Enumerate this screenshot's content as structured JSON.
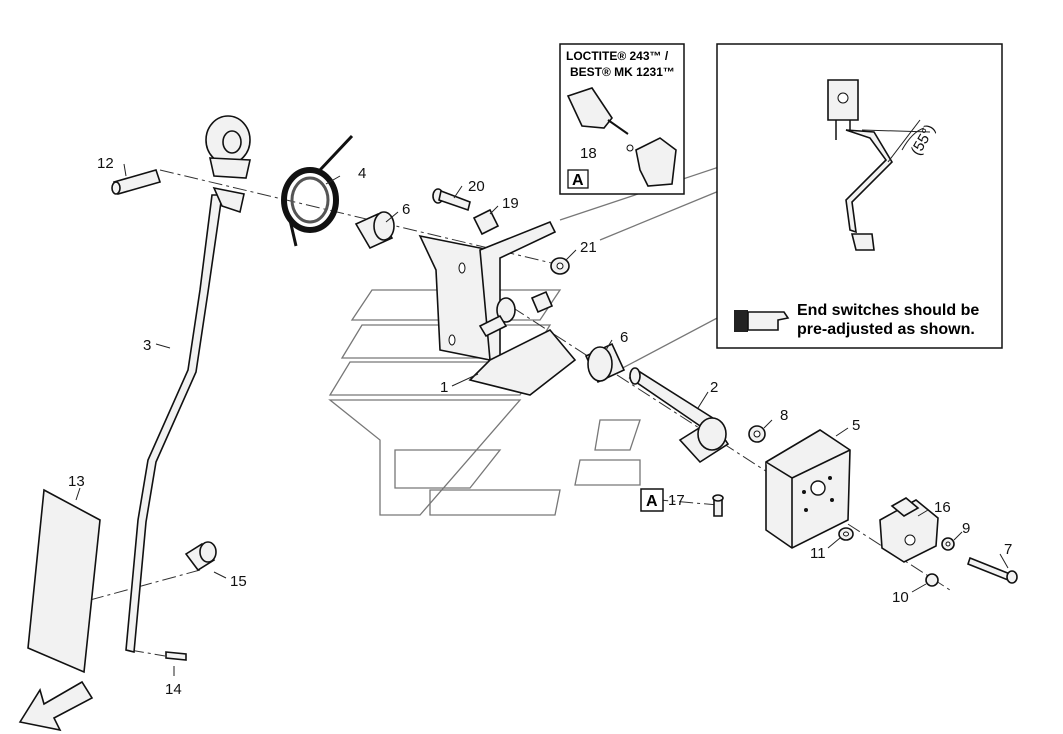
{
  "parts": {
    "p1": "1",
    "p2": "2",
    "p3": "3",
    "p4": "4",
    "p5": "5",
    "p6a": "6",
    "p6b": "6",
    "p7": "7",
    "p8": "8",
    "p9": "9",
    "p10": "10",
    "p11": "11",
    "p12": "12",
    "p13": "13",
    "p14": "14",
    "p15": "15",
    "p16": "16",
    "p17": "17",
    "p18": "18",
    "p19": "19",
    "p20": "20",
    "p21": "21"
  },
  "loctite": {
    "line1": "LOCTITE® 243™ /",
    "line2": "BEST® MK 1231™",
    "marker": "A"
  },
  "ref_marker": "A",
  "inset": {
    "angle": "(55°)",
    "note_line1": "End switches should be",
    "note_line2": "pre-adjusted as shown."
  }
}
